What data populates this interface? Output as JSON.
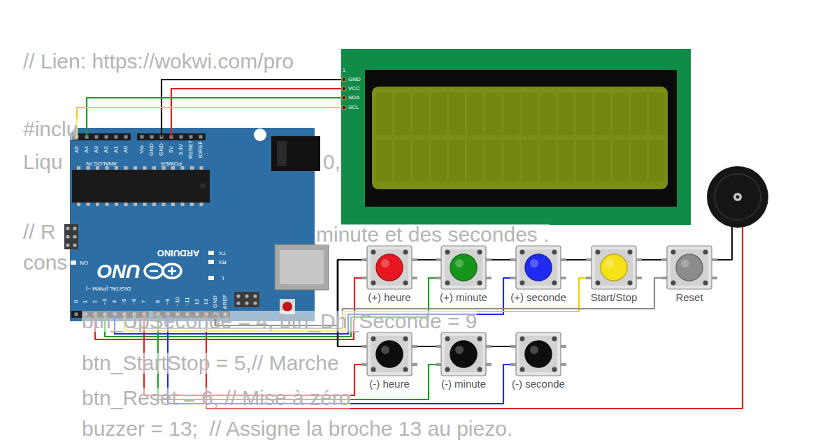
{
  "diagram": {
    "nodes": [
      {
        "text": [
          "ARDUINO",
          "UNO"
        ]
      },
      {
        "text": [
          "1",
          "GND",
          "VCC",
          "SDA",
          "SCL"
        ]
      },
      {
        "text": [
          "(+) heure"
        ]
      },
      {
        "text": [
          "(+) minute"
        ]
      },
      {
        "text": [
          "(+) seconde"
        ]
      },
      {
        "text": [
          "Start/Stop"
        ]
      },
      {
        "text": [
          "Reset"
        ]
      },
      {
        "text": [
          "(-) heure"
        ]
      },
      {
        "text": [
          "(-) minute"
        ]
      },
      {
        "text": [
          "(-) seconde"
        ]
      }
    ],
    "edges": [
      {
        "from": 0,
        "to": 1,
        "arrow": "none"
      },
      {
        "from": 0,
        "to": 1,
        "arrow": "none"
      },
      {
        "from": 0,
        "to": 1,
        "arrow": "none"
      },
      {
        "from": 0,
        "to": 1,
        "arrow": "none"
      },
      {
        "from": 0,
        "to": 2,
        "arrow": "none"
      },
      {
        "from": 0,
        "to": 3,
        "arrow": "none"
      },
      {
        "from": 0,
        "to": 4,
        "arrow": "none"
      },
      {
        "from": 0,
        "to": 5,
        "arrow": "none"
      },
      {
        "from": 0,
        "to": 6,
        "arrow": "none"
      },
      {
        "from": 0,
        "to": 7,
        "arrow": "none"
      },
      {
        "from": 0,
        "to": 8,
        "arrow": "none"
      },
      {
        "from": 0,
        "to": 9,
        "arrow": "none"
      },
      {
        "from": 0,
        "to": 2,
        "arrow": "none"
      },
      {
        "from": 0,
        "to": 3,
        "arrow": "none"
      },
      {
        "from": 0,
        "to": 4,
        "arrow": "none"
      },
      {
        "from": 0,
        "to": 5,
        "arrow": "none"
      },
      {
        "from": 0,
        "to": 6,
        "arrow": "none"
      },
      {
        "from": 0,
        "to": 7,
        "arrow": "none"
      },
      {
        "from": 0,
        "to": 8,
        "arrow": "none"
      },
      {
        "from": 0,
        "to": 9,
        "arrow": "none"
      }
    ],
    "labels": [
      "// Lien: https://wokwi.com/pro",
      "#inclu",
      "Liqu",
      "0,",
      "// R",
      "minute et des secondes .",
      "cons",
      "btn_UpSeconde = 4, btn_Dn_Seconde = 9",
      "btn_StartStop = 5,// Marche",
      "btn_Reset = 6, // Mise à zéro",
      "buzzer = 13;  // Assigne la broche 13 au piezo.",
      "A5",
      "A4",
      "A3",
      "A2",
      "A1",
      "A0",
      "Vin",
      "GND",
      "GND",
      "5V",
      "3.3V",
      "RESET",
      "IOREF",
      "ANALOG IN",
      "POWER",
      "0",
      "1",
      "2",
      "~3",
      "4",
      "~5",
      "~6",
      "7",
      "8",
      "~9",
      "~10",
      "~11",
      "12",
      "13",
      "GND",
      "AREF",
      "DIGITAL (PWM ~)",
      "TX",
      "RX",
      "L",
      "ON"
    ]
  }
}
